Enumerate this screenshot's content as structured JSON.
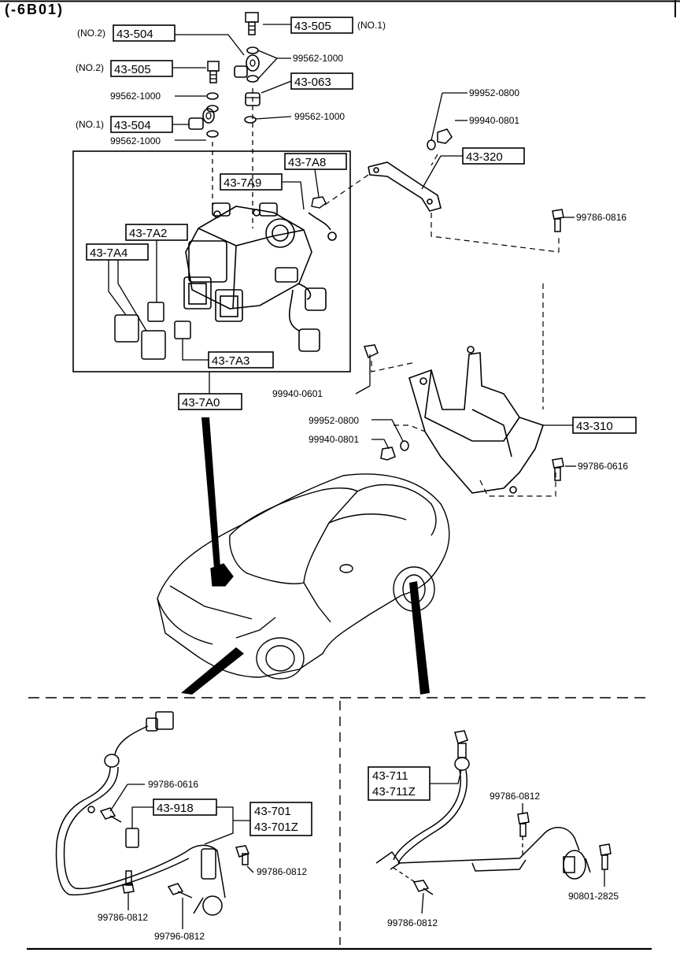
{
  "header": {
    "code": "(-6B01)"
  },
  "boxed_parts": {
    "p43_505_top": "43-505",
    "p43_504_no2": "43-504",
    "p43_505_no2": "43-505",
    "p43_063": "43-063",
    "p43_504_no1": "43-504",
    "p43_7a8": "43-7A8",
    "p43_7a9": "43-7A9",
    "p43_320": "43-320",
    "p43_7a2": "43-7A2",
    "p43_7a4": "43-7A4",
    "p43_7a3": "43-7A3",
    "p43_7a0": "43-7A0",
    "p43_310": "43-310",
    "p43_918": "43-918",
    "p43_701": "43-701",
    "p43_701z": "43-701Z",
    "p43_711": "43-711",
    "p43_711z": "43-711Z"
  },
  "tags": {
    "no1_top": "(NO.1)",
    "no2_504": "(NO.2)",
    "no2_505": "(NO.2)",
    "no1_504": "(NO.1)"
  },
  "part_numbers": {
    "a": "99562-1000",
    "b": "99562-1000",
    "c": "99562-1000",
    "d": "99562-1000",
    "e": "99952-0800",
    "f": "99940-0801",
    "g": "99786-0816",
    "h": "99940-0601",
    "i": "99952-0800",
    "j": "99940-0801",
    "k": "99786-0616",
    "l": "99786-0616",
    "m": "99786-0812",
    "n": "99786-0812",
    "o": "99796-0812",
    "p": "99786-0812",
    "q": "99786-0812",
    "r": "90801-2825"
  },
  "colors": {
    "ink": "#000000",
    "paper": "#ffffff"
  }
}
